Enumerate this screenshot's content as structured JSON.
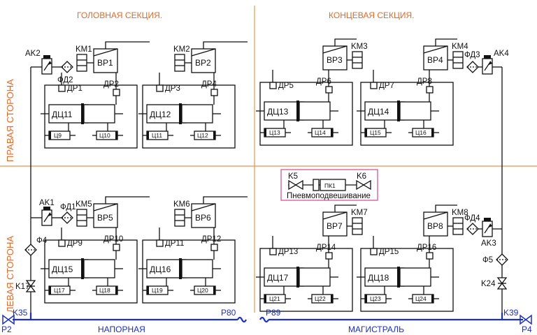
{
  "sections": {
    "head": "ГОЛОВНАЯ СЕКЦИЯ.",
    "tail": "КОНЦЕВАЯ СЕКЦИЯ."
  },
  "sides": {
    "right": "ПРАВАЯ СТОРОНА",
    "left": "ЛЕВАЯ СТОРОНА"
  },
  "main_line": {
    "pressure": "НАПОРНАЯ",
    "mainline": "МАГИСТРАЛЬ",
    "P2": "P2",
    "K35": "K35",
    "P80": "P80",
    "P89": "P89",
    "K39": "K39",
    "P4": "P4"
  },
  "suspension": {
    "label": "Пневмоподвешивание",
    "pk": "ПК1",
    "k5": "K5",
    "k6": "K6"
  },
  "left_valves": {
    "ak2": "AK2",
    "fd2": "ФД2",
    "ak1": "AK1",
    "fd1": "ФД1",
    "f4": "Ф4",
    "k17": "K17"
  },
  "right_valves": {
    "ak4": "AK4",
    "fd3": "ФД3",
    "fd4": "ФД4",
    "ak3": "AK3",
    "f5": "Ф5",
    "k24": "K24"
  },
  "units": [
    {
      "km": "KM1",
      "vr": "BP1",
      "dra": "ДP1",
      "drb": "ДP2",
      "dc": "ДЦ11",
      "ca": "Ц9",
      "cb": "Ц10"
    },
    {
      "km": "KM2",
      "vr": "BP2",
      "dra": "ДP3",
      "drb": "ДP4",
      "dc": "ДЦ12",
      "ca": "Ц11",
      "cb": "Ц12"
    },
    {
      "km": "KM3",
      "vr": "BP3",
      "dra": "ДP5",
      "drb": "ДP6",
      "dc": "ДЦ13",
      "ca": "Ц13",
      "cb": "Ц14"
    },
    {
      "km": "KM4",
      "vr": "BP4",
      "dra": "ДP7",
      "drb": "ДP8",
      "dc": "ДЦ14",
      "ca": "Ц15",
      "cb": "Ц16"
    },
    {
      "km": "KM5",
      "vr": "BP5",
      "dra": "ДP9",
      "drb": "ДP10",
      "dc": "ДЦ15",
      "ca": "Ц17",
      "cb": "Ц18"
    },
    {
      "km": "KM6",
      "vr": "BP6",
      "dra": "ДP11",
      "drb": "ДP12",
      "dc": "ДЦ16",
      "ca": "Ц19",
      "cb": "Ц20"
    },
    {
      "km": "KM7",
      "vr": "BP7",
      "dra": "ДP13",
      "drb": "ДP14",
      "dc": "ДЦ17",
      "ca": "Ц21",
      "cb": "Ц22"
    },
    {
      "km": "KM8",
      "vr": "BP8",
      "dra": "ДP15",
      "drb": "ДP16",
      "dc": "ДЦ18",
      "ca": "Ц23",
      "cb": "Ц24"
    }
  ]
}
